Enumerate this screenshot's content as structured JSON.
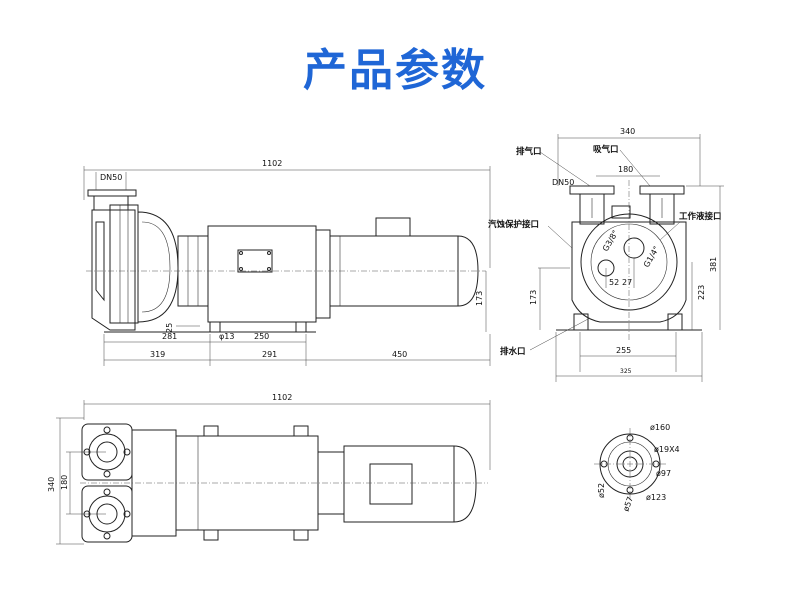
{
  "title": "产品参数",
  "side_view": {
    "overall_length": "1102",
    "flange": "DN50",
    "height_173": "173",
    "gap_25": "25",
    "d_281": "281",
    "hole": "φ13",
    "d_250": "250",
    "d_319": "319",
    "d_291": "291",
    "d_450": "450"
  },
  "end_view": {
    "width_340": "340",
    "spacing_180": "180",
    "exhaust_port": "排气口",
    "suction_port": "吸气口",
    "flange": "DN50",
    "cavitation_port": "汽蚀保护接口",
    "working_fluid_port": "工作液接口",
    "g38": "G3/8\"",
    "g14": "G1/4\"",
    "d_52": "52",
    "d_27": "27",
    "height_381": "381",
    "height_223": "223",
    "height_173": "173",
    "drain_port": "排水口",
    "d_255": "255",
    "d_325": "325"
  },
  "top_view": {
    "overall_length": "1102",
    "width_340": "340",
    "spacing_180": "180"
  },
  "flange_detail": {
    "d160": "ø160",
    "holes": "ø19X4",
    "d97": "ø97",
    "d123": "ø123",
    "d52": "ø52",
    "d57": "ø57"
  }
}
